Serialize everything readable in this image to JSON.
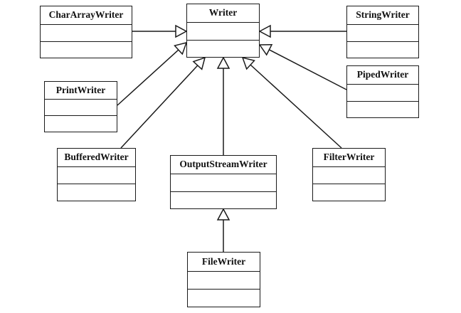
{
  "diagram": {
    "classes": {
      "writer": "Writer",
      "chararraywriter": "CharArrayWriter",
      "stringwriter": "StringWriter",
      "printwriter": "PrintWriter",
      "pipedwriter": "PipedWriter",
      "bufferedwriter": "BufferedWriter",
      "outputstreamwriter": "OutputStreamWriter",
      "filterwriter": "FilterWriter",
      "filewriter": "FileWriter"
    },
    "relations": [
      {
        "from": "chararraywriter",
        "to": "writer",
        "type": "inheritance"
      },
      {
        "from": "stringwriter",
        "to": "writer",
        "type": "inheritance"
      },
      {
        "from": "printwriter",
        "to": "writer",
        "type": "inheritance"
      },
      {
        "from": "pipedwriter",
        "to": "writer",
        "type": "inheritance"
      },
      {
        "from": "bufferedwriter",
        "to": "writer",
        "type": "inheritance"
      },
      {
        "from": "outputstreamwriter",
        "to": "writer",
        "type": "inheritance"
      },
      {
        "from": "filterwriter",
        "to": "writer",
        "type": "inheritance"
      },
      {
        "from": "filewriter",
        "to": "outputstreamwriter",
        "type": "inheritance"
      }
    ]
  }
}
